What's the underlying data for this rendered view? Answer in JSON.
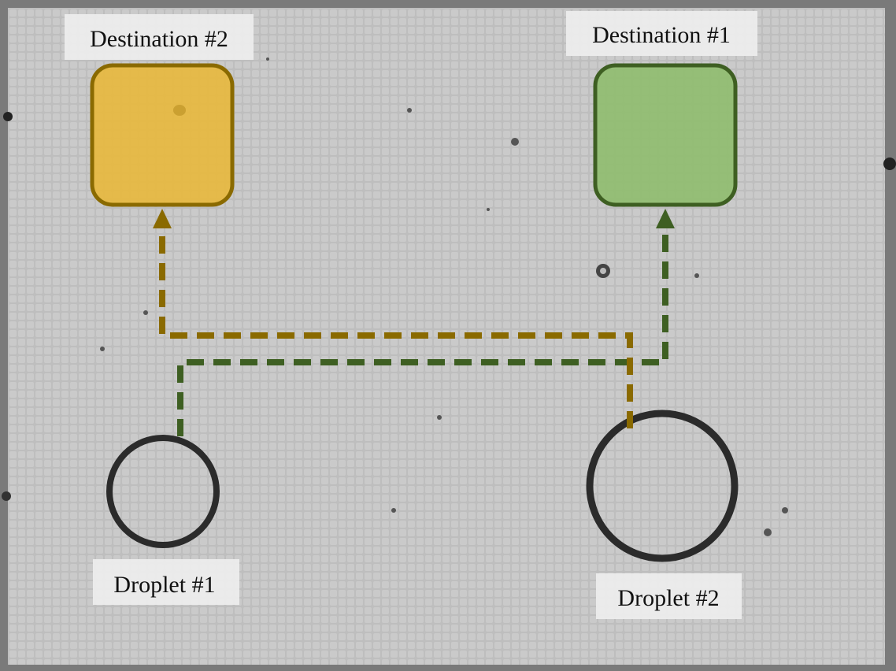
{
  "labels": {
    "destination_2": "Destination #2",
    "destination_1": "Destination #1",
    "droplet_1": "Droplet #1",
    "droplet_2": "Droplet #2"
  },
  "colors": {
    "destination_2_fill": "#e8b83c",
    "destination_2_stroke": "#8a6a00",
    "destination_1_fill": "#8fbd6e",
    "destination_1_stroke": "#3e5f22",
    "path_to_destination_2": "#8a6a00",
    "path_to_destination_1": "#3e5f22",
    "droplet_ring": "#2b2b2b",
    "board_background": "#bdbdbd",
    "electrode_grid": "#d6d6d6"
  }
}
